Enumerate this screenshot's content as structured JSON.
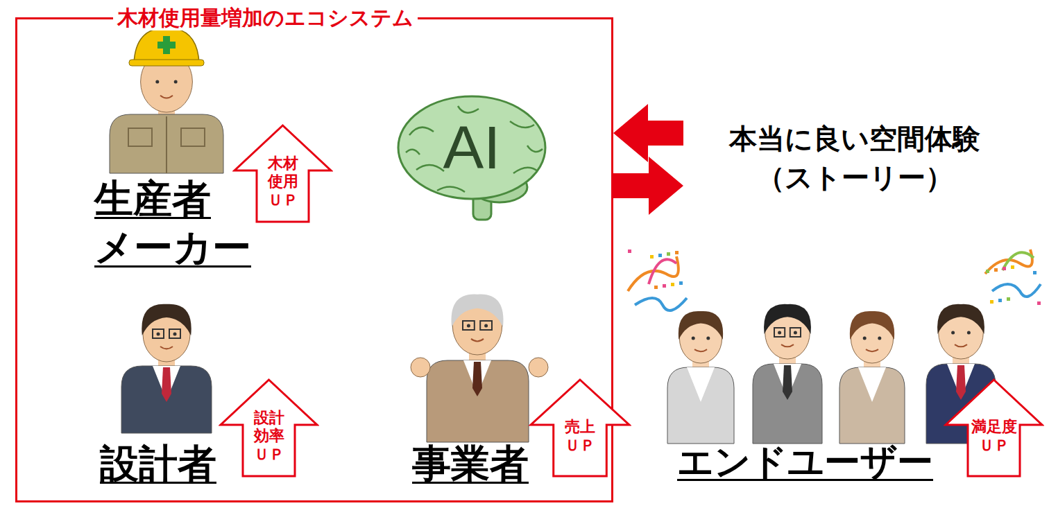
{
  "diagram": {
    "nodes": [
      {
        "text": [
          "木材使用量増加のエコシステム"
        ]
      },
      {
        "text": [
          "生産者 メーカー"
        ],
        "in": 0
      },
      {
        "text": [
          "木材 使用 ＵＰ"
        ],
        "in": 0
      },
      {
        "text": [
          "AI"
        ],
        "in": 0
      },
      {
        "text": [
          "本当に良い空間体験 （ストーリー）"
        ]
      },
      {
        "text": [
          "設計者"
        ],
        "in": 0
      },
      {
        "text": [
          "設計 効率 ＵＰ"
        ],
        "in": 0
      },
      {
        "text": [
          "事業者"
        ],
        "in": 0
      },
      {
        "text": [
          "売上 ＵＰ"
        ],
        "in": 0
      },
      {
        "text": [
          "エンドユーザー"
        ]
      },
      {
        "text": [
          "満足度 ＵＰ"
        ]
      }
    ],
    "edges": [
      {
        "from": 4,
        "to": 0,
        "arrow": "to"
      },
      {
        "from": 0,
        "to": 4,
        "arrow": "to"
      }
    ]
  }
}
